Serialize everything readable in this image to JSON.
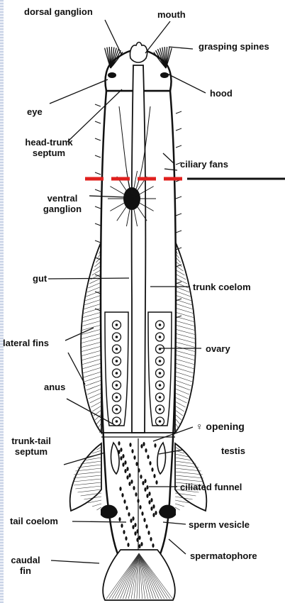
{
  "colors": {
    "ink": "#111111",
    "marker_red": "#e0201e",
    "fin_hatch": "#333333",
    "page_edge": "#c9d3e6"
  },
  "labels": {
    "dorsal_ganglion": "dorsal ganglion",
    "mouth": "mouth",
    "grasping_spines": "grasping spines",
    "hood": "hood",
    "eye": "eye",
    "head_trunk_septum_l1": "head-trunk",
    "head_trunk_septum_l2": "septum",
    "ciliary_fans": "ciliary fans",
    "ventral_ganglion_l1": "ventral",
    "ventral_ganglion_l2": "ganglion",
    "gut": "gut",
    "trunk_coelom": "trunk coelom",
    "lateral_fins": "lateral fins",
    "ovary": "ovary",
    "anus": "anus",
    "female_opening": "♀ opening",
    "trunk_tail_septum_l1": "trunk-tail",
    "trunk_tail_septum_l2": "septum",
    "testis": "testis",
    "ciliated_funnel": "ciliated funnel",
    "tail_coelom": "tail coelom",
    "sperm_vesicle": "sperm vesicle",
    "spermatophore": "spermatophore",
    "caudal_fin_l1": "caudal",
    "caudal_fin_l2": "fin"
  }
}
